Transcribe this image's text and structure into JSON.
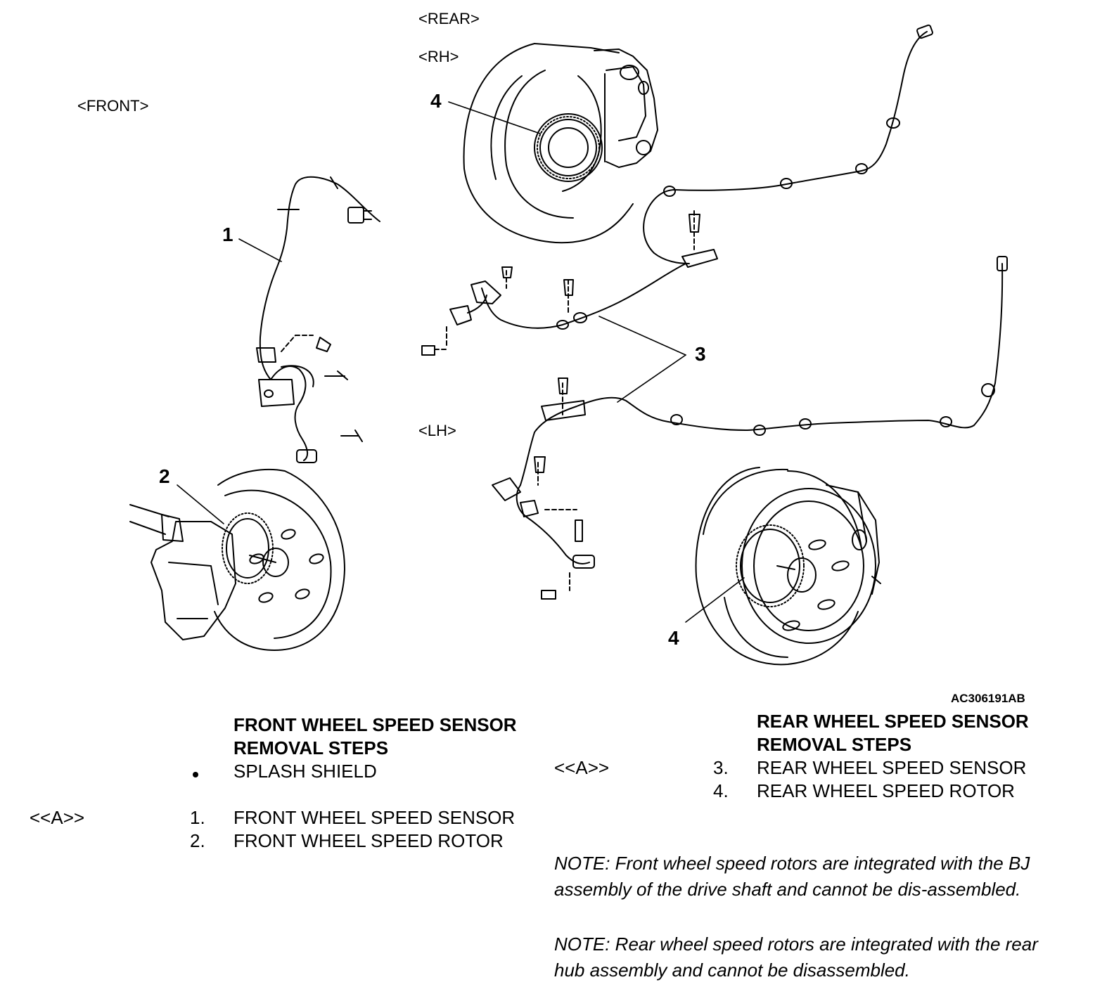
{
  "views": {
    "front": "<FRONT>",
    "rear": "<REAR>",
    "rh": "<RH>",
    "lh": "<LH>"
  },
  "callouts": [
    "1",
    "2",
    "3",
    "4",
    "4"
  ],
  "figure_code": "AC306191AB",
  "front_section": {
    "heading_line1": "FRONT WHEEL SPEED SENSOR",
    "heading_line2": "REMOVAL STEPS",
    "bullet_item": "SPLASH SHIELD",
    "ref_mark": "<<A>>",
    "steps": [
      {
        "num": "1.",
        "text": "FRONT WHEEL SPEED SENSOR"
      },
      {
        "num": "2.",
        "text": "FRONT WHEEL SPEED ROTOR"
      }
    ]
  },
  "rear_section": {
    "heading_line1": "REAR WHEEL SPEED SENSOR",
    "heading_line2": "REMOVAL STEPS",
    "ref_mark": "<<A>>",
    "steps": [
      {
        "num": "3.",
        "text": "REAR WHEEL SPEED SENSOR"
      },
      {
        "num": "4.",
        "text": "REAR WHEEL SPEED ROTOR"
      }
    ]
  },
  "notes": [
    "NOTE: Front wheel speed rotors are integrated with the BJ assembly of the drive shaft and cannot be dis-assembled.",
    "NOTE: Rear wheel speed rotors are integrated with the rear hub assembly and cannot be disassembled."
  ]
}
